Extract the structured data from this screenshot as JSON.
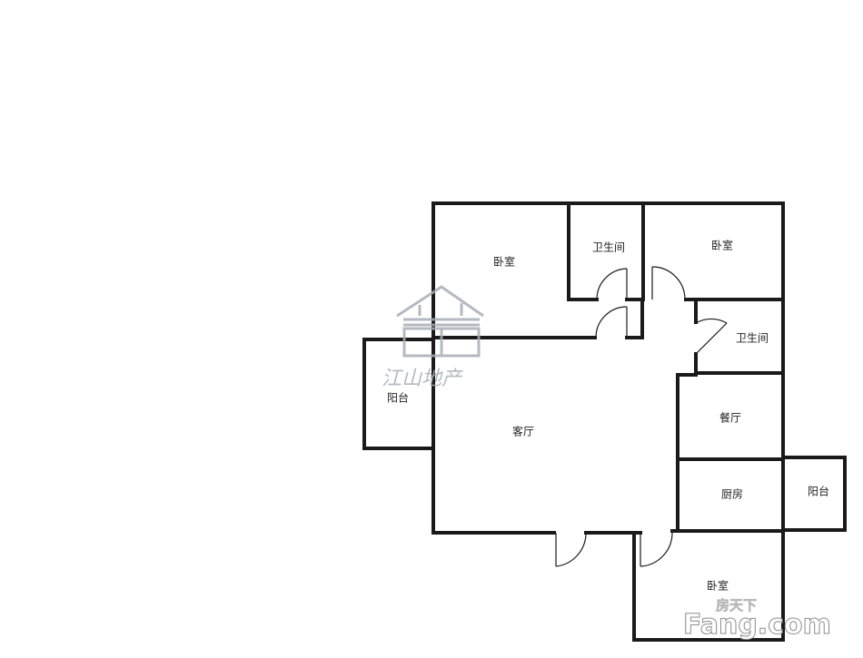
{
  "rooms": {
    "bedroom_top_left": "卧室",
    "bathroom_top": "卫生间",
    "bedroom_top_right": "卧室",
    "bathroom_right": "卫生间",
    "balcony_left": "阳台",
    "living_room": "客厅",
    "dining_room": "餐厅",
    "kitchen": "厨房",
    "balcony_right": "阳台",
    "bedroom_bottom": "卧室"
  },
  "watermarks": {
    "agency": "江山地产",
    "site_cn": "房天下",
    "site_en": "Fang.com"
  },
  "colors": {
    "wall": "#1a1a1a",
    "watermark": "#a7adb8"
  }
}
